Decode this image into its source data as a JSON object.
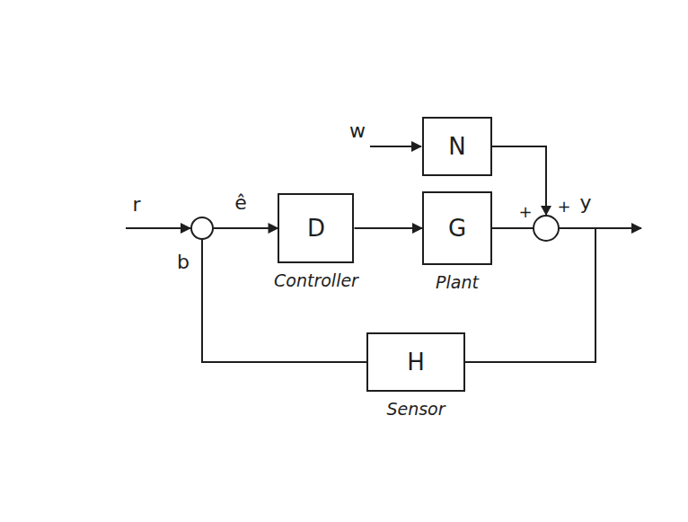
{
  "diagram": {
    "nodes": [
      {
        "text": [
          "N"
        ]
      },
      {
        "text": [
          "D",
          "Controller"
        ]
      },
      {
        "text": [
          "G",
          "Plant"
        ]
      },
      {
        "text": [
          "H",
          "Sensor"
        ]
      }
    ],
    "edges": [
      {
        "from": 1,
        "to": 2,
        "arrow": "to"
      },
      {
        "from": 2,
        "to": 3,
        "arrow": "none"
      },
      {
        "from": 0,
        "to": 3,
        "arrow": "none"
      },
      {
        "from": 3,
        "to": 1,
        "arrow": "to"
      }
    ],
    "labels": [
      "r",
      "ê",
      "b",
      "w",
      "+",
      "+",
      "y"
    ]
  }
}
